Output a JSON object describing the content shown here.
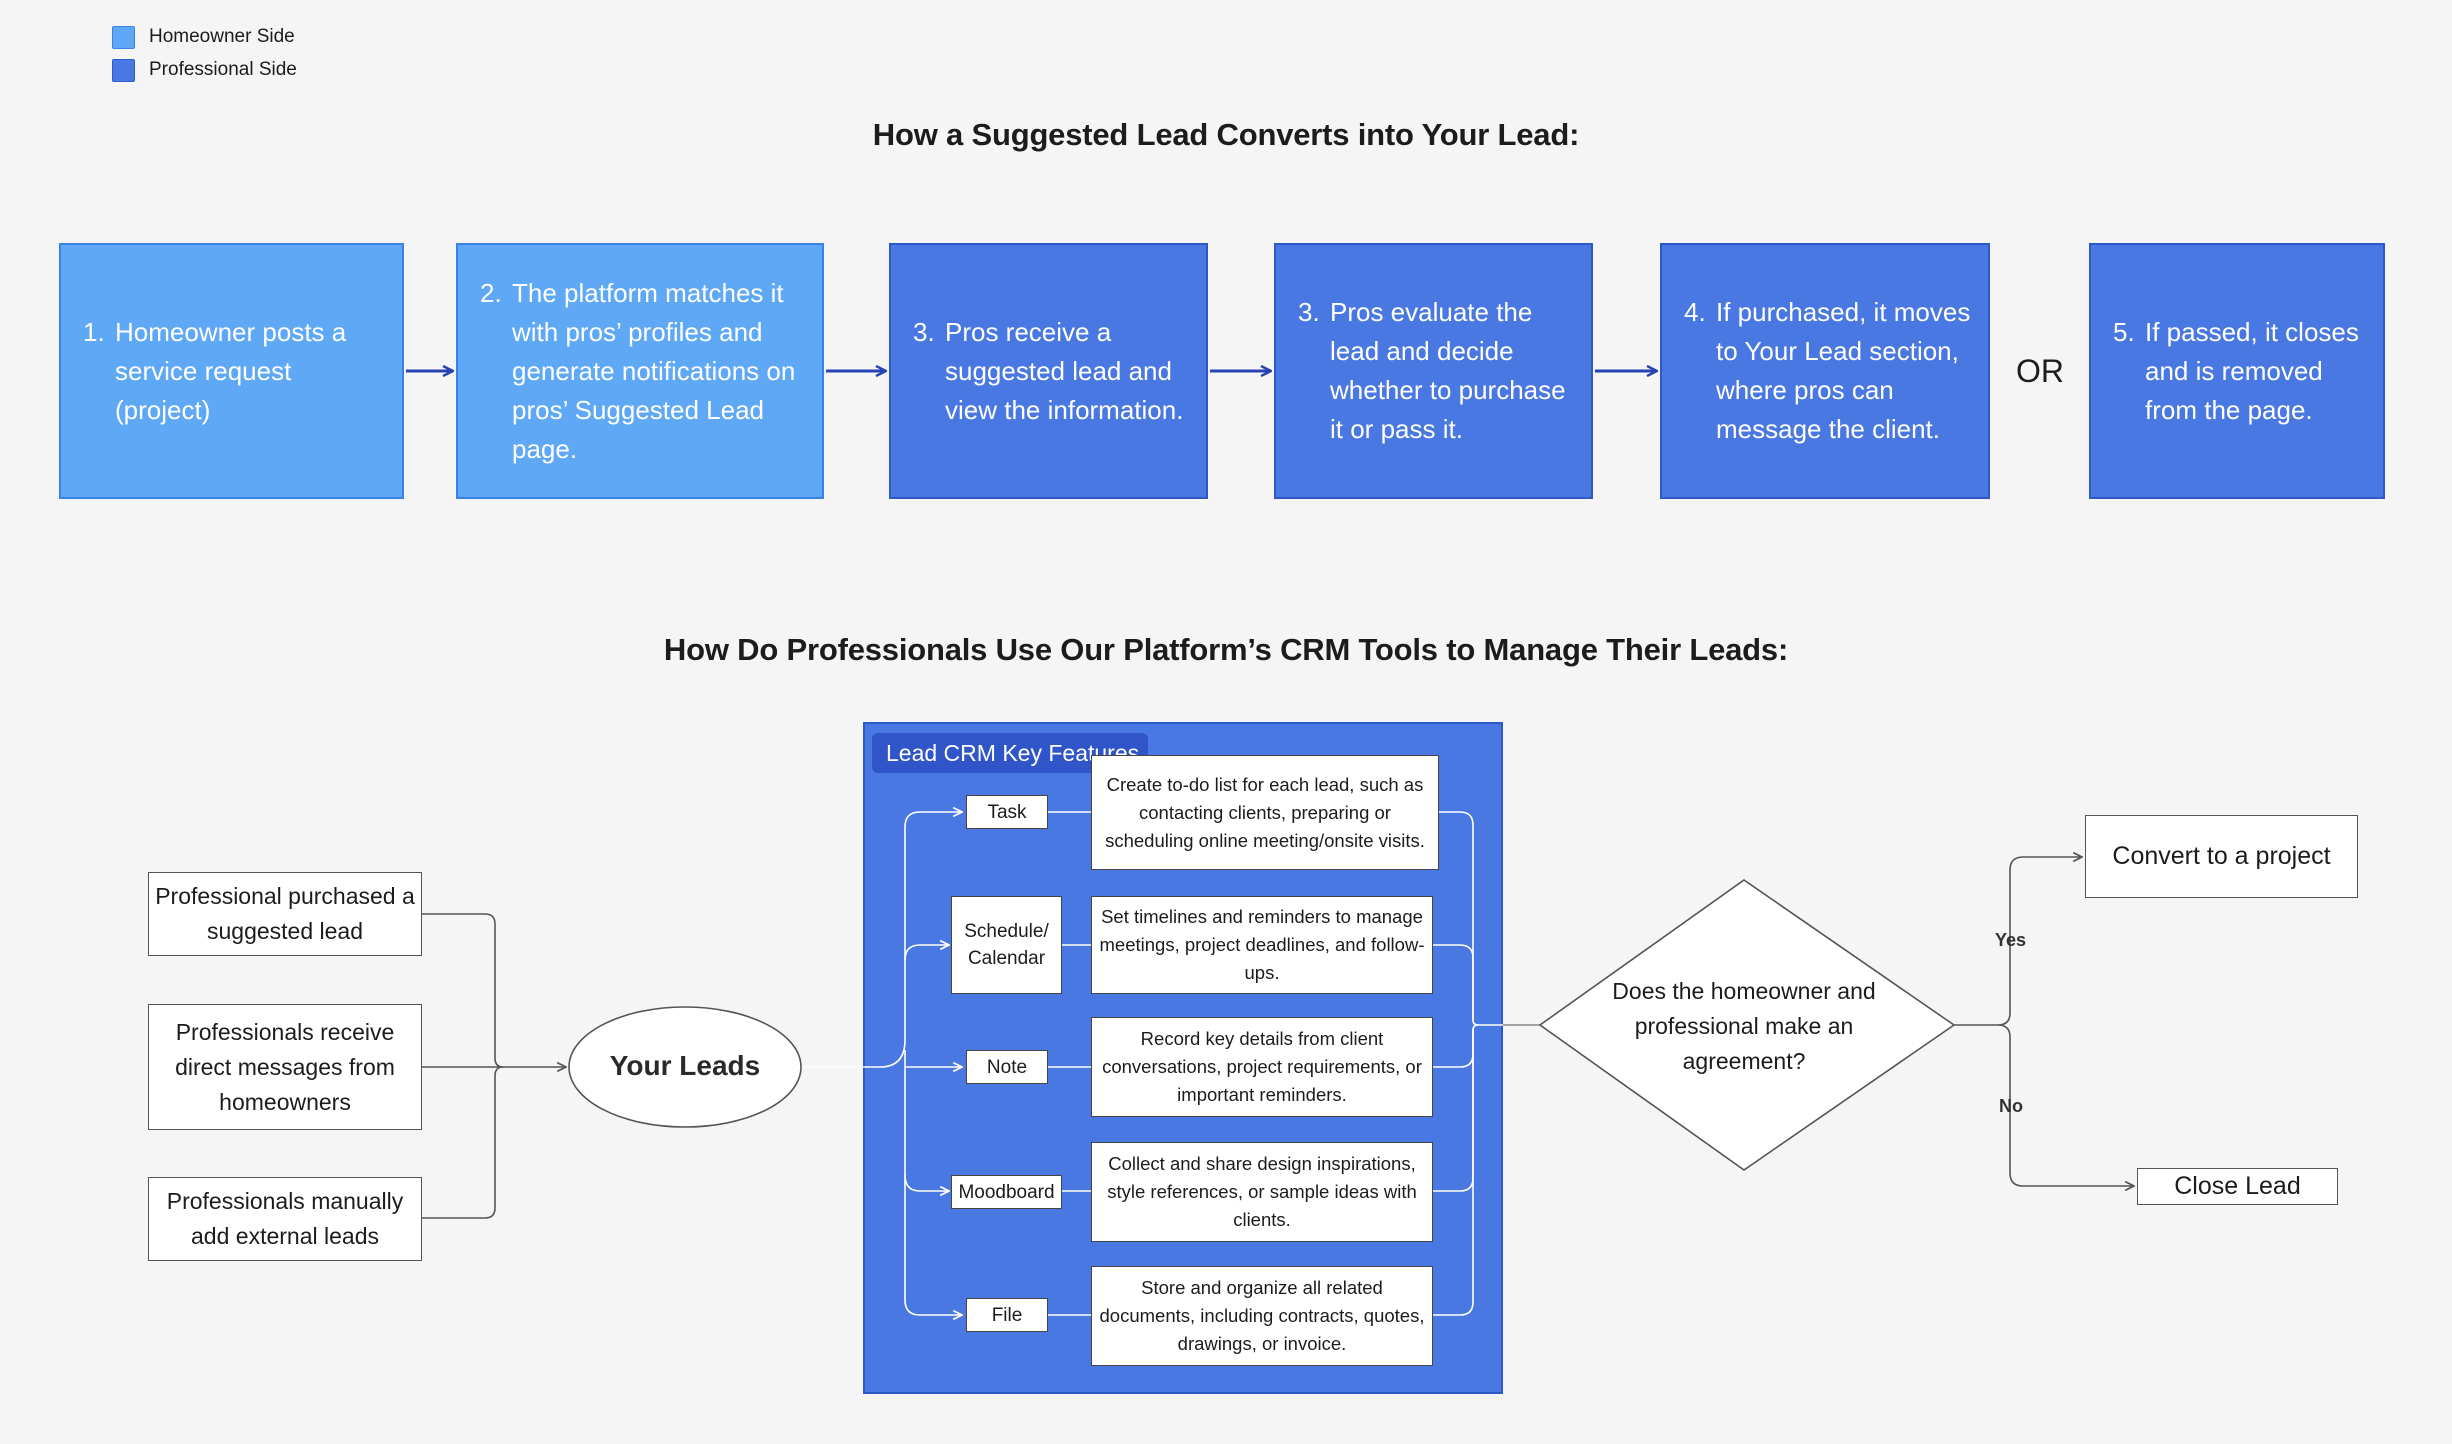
{
  "legend": [
    {
      "label": "Homeowner Side",
      "color": "#5ea8f6"
    },
    {
      "label": "Professional Side",
      "color": "#4a78e2"
    }
  ],
  "section1": {
    "title": "How a Suggested Lead Converts into Your Lead:",
    "steps": [
      {
        "num": "1.",
        "text": "Homeowner posts a service request (project)",
        "side": "homeowner"
      },
      {
        "num": "2.",
        "text": "The platform matches it with pros’ profiles and generate notifications on pros’ Suggested Lead page.",
        "side": "homeowner"
      },
      {
        "num": "3.",
        "text": "Pros receive a suggested lead and view the information.",
        "side": "professional"
      },
      {
        "num": "3.",
        "text": "Pros evaluate the lead and decide whether to purchase it or pass it.",
        "side": "professional"
      },
      {
        "num": "4.",
        "text": "If purchased, it moves to Your Lead section, where pros can message the client.",
        "side": "professional"
      },
      {
        "num": "5.",
        "text": "If passed, it closes and is removed from the page.",
        "side": "professional"
      }
    ],
    "or_label": "OR"
  },
  "section2": {
    "title": "How Do Professionals Use Our Platform’s CRM Tools to Manage Their Leads:",
    "sources": [
      "Professional purchased a suggested lead",
      "Professionals receive direct messages from homeowners",
      "Professionals manually add external leads"
    ],
    "hub": "Your Leads",
    "crm": {
      "title": "Lead CRM Key Features",
      "features": [
        {
          "name": "Task",
          "desc": "Create to-do list for each lead, such as contacting clients, preparing or scheduling online meeting/onsite visits."
        },
        {
          "name": "Schedule/ Calendar",
          "desc": "Set timelines and reminders to manage meetings, project deadlines, and follow-ups."
        },
        {
          "name": "Note",
          "desc": "Record key details from client conversations, project requirements, or important reminders."
        },
        {
          "name": "Moodboard",
          "desc": "Collect and share design inspirations, style references, or sample ideas with clients."
        },
        {
          "name": "File",
          "desc": "Store and organize all related documents, including contracts, quotes, drawings, or invoice."
        }
      ]
    },
    "decision": "Does the homeowner and professional make an agreement?",
    "yes_label": "Yes",
    "no_label": "No",
    "yes_outcome": "Convert to a project",
    "no_outcome": "Close Lead"
  }
}
